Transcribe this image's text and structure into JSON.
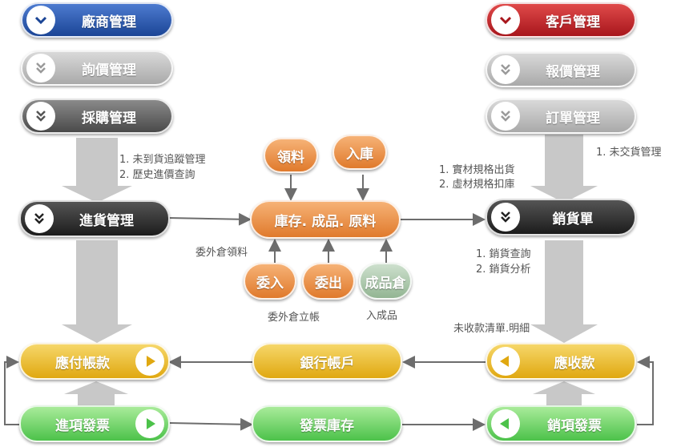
{
  "nodes": {
    "vendor_mgmt": "廠商管理",
    "inquiry_mgmt": "詢價管理",
    "purchase_mgmt": "採購管理",
    "receiving_mgmt": "進貨管理",
    "payable": "應付帳款",
    "input_invoice": "進項發票",
    "customer_mgmt": "客戶管理",
    "quote_mgmt": "報價管理",
    "order_mgmt": "訂單管理",
    "sales_slip": "銷貨單",
    "receivable": "應收款",
    "output_invoice": "銷項發票",
    "inventory": "庫存. 成品. 原料",
    "material_pick": "領料",
    "warehouse_in": "入庫",
    "outsource_in": "委入",
    "outsource_out": "委出",
    "finished_goods": "成品倉",
    "bank_account": "銀行帳戶",
    "invoice_stock": "發票庫存"
  },
  "notes": {
    "purchase_1": "1. 未到貨追蹤管理",
    "purchase_2": "2. 歷史進價查詢",
    "order_1": "1. 未交貨管理",
    "sales_1": "1. 實材規格出貨",
    "sales_2": "2. 虛材規格扣庫",
    "query_1": "1. 銷貨查詢",
    "query_2": "2. 銷貨分析",
    "outsource_pick": "委外倉領料",
    "outsource_account": "委外倉立帳",
    "finished_in": "入成品",
    "unreceived": "未收款清單.明細"
  },
  "colors": {
    "blue": "#1b4596",
    "red": "#a8161c",
    "orange": "#e07a2c",
    "yellow": "#e0a810",
    "green": "#4cc24a",
    "grey_arrow": "#c8c8c8",
    "line": "#6d6d6d"
  },
  "icons": {
    "chevron": "chevron-down-icon",
    "play": "play-icon",
    "back": "play-left-icon"
  }
}
